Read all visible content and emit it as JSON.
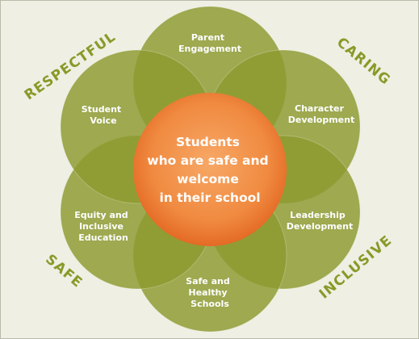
{
  "colors": {
    "background": "#efefe3",
    "petal": "#8c9a2f",
    "corner_text": "#8a9928",
    "center_inner": "#f59a52",
    "center_outer": "#e8702a"
  },
  "center": {
    "lines": [
      "Students",
      "who are safe and",
      "welcome",
      "in their school"
    ]
  },
  "petals": [
    {
      "id": "parent-engagement",
      "lines": [
        "Parent",
        "Engagement"
      ]
    },
    {
      "id": "character-development",
      "lines": [
        "Character",
        "Development"
      ]
    },
    {
      "id": "leadership-development",
      "lines": [
        "Leadership",
        "Development"
      ]
    },
    {
      "id": "safe-healthy-schools",
      "lines": [
        "Safe and",
        "Healthy",
        "Schools"
      ]
    },
    {
      "id": "equity-inclusive-education",
      "lines": [
        "Equity and",
        "Inclusive",
        "Education"
      ]
    },
    {
      "id": "student-voice",
      "lines": [
        "Student",
        "Voice"
      ]
    }
  ],
  "corners": {
    "respectful": "RESPECTFUL",
    "caring": "CARING",
    "safe": "SAFE",
    "inclusive": "INCLUSIVE"
  }
}
